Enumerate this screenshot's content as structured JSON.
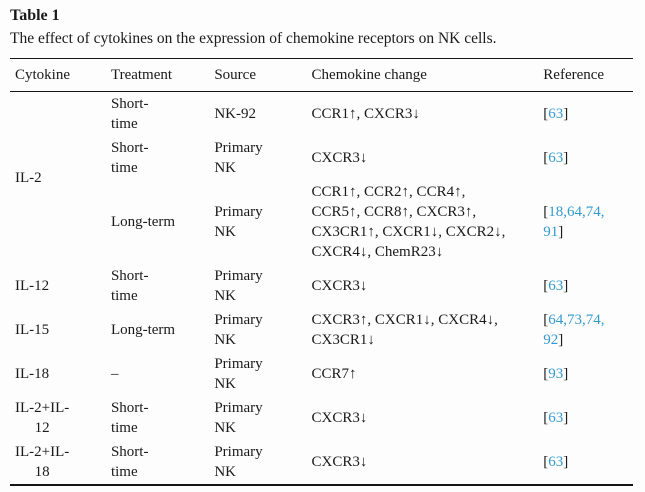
{
  "table": {
    "label": "Table 1",
    "caption": "The effect of cytokines on the expression of chemokine receptors on NK cells.",
    "columns": [
      "Cytokine",
      "Treatment",
      "Source",
      "Chemokine change",
      "Reference"
    ],
    "colors": {
      "link_blue": "#2f9bd5",
      "text": "#1a1a1a",
      "rule": "#151515"
    },
    "rows": [
      {
        "cytokine": "IL-2",
        "cytokine_rowspan": 3,
        "treatment": "Short-\ntime",
        "source": "NK-92",
        "change": "CCR1↑, CXCR3↓",
        "ref_open": "[",
        "ref_links": "63",
        "ref_close": "]"
      },
      {
        "treatment": "Short-\ntime",
        "source": "Primary\nNK",
        "change": "CXCR3↓",
        "ref_open": "[",
        "ref_links": "63",
        "ref_close": "]"
      },
      {
        "treatment": "Long-term",
        "source": "Primary\nNK",
        "change": "CCR1↑, CCR2↑, CCR4↑,\nCCR5↑, CCR8↑, CXCR3↑,\nCX3CR1↑, CXCR1↓, CXCR2↓,\nCXCR4↓, ChemR23↓",
        "ref_open": "[",
        "ref_links": "18,64,74,\n91",
        "ref_close": "]"
      },
      {
        "cytokine": "IL-12",
        "treatment": "Short-\ntime",
        "source": "Primary\nNK",
        "change": "CXCR3↓",
        "ref_open": "[",
        "ref_links": "63",
        "ref_close": "]"
      },
      {
        "cytokine": "IL-15",
        "treatment": "Long-term",
        "source": "Primary\nNK",
        "change": "CXCR3↑, CXCR1↓, CXCR4↓,\nCX3CR1↓",
        "ref_open": "[",
        "ref_links": "64,73,74,\n92",
        "ref_close": "]"
      },
      {
        "cytokine": "IL-18",
        "treatment": "–",
        "source": "Primary\nNK",
        "change": "CCR7↑",
        "ref_open": "[",
        "ref_links": "93",
        "ref_close": "]"
      },
      {
        "cytokine": "IL-2+IL-\n12",
        "treatment": "Short-\ntime",
        "source": "Primary\nNK",
        "change": "CXCR3↓",
        "ref_open": "[",
        "ref_links": "63",
        "ref_close": "]"
      },
      {
        "cytokine": "IL-2+IL-\n18",
        "treatment": "Short-\ntime",
        "source": "Primary\nNK",
        "change": "CXCR3↓",
        "ref_open": "[",
        "ref_links": "63",
        "ref_close": "]"
      }
    ]
  }
}
